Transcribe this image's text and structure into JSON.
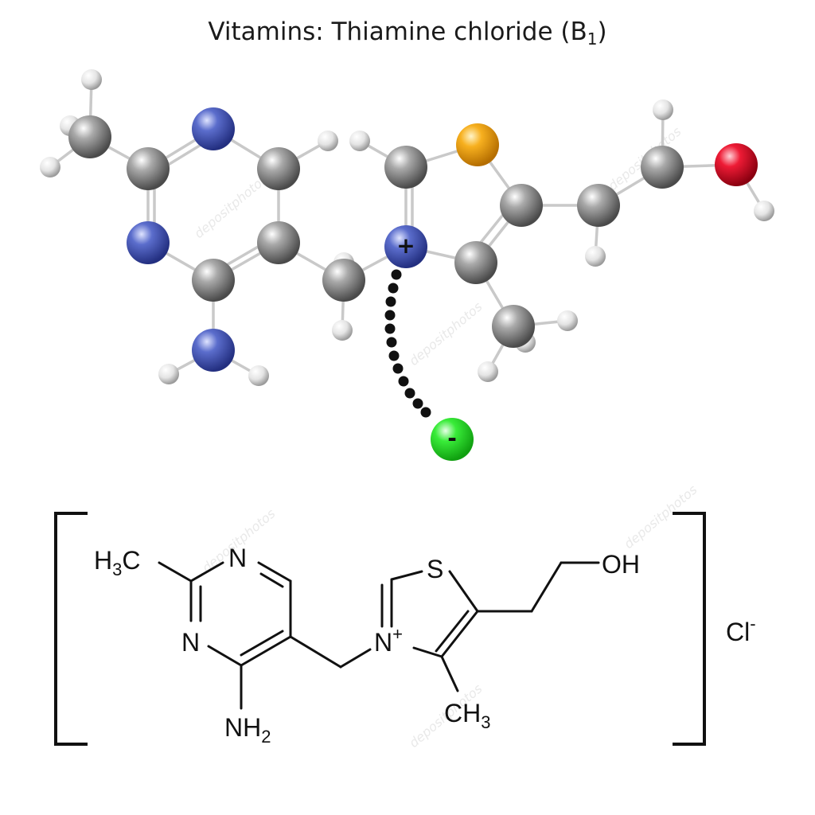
{
  "title": {
    "text": "Vitamins: Thiamine chloride (B",
    "subscript": "1",
    "close": ")"
  },
  "ball_model": {
    "charge_plus": "+",
    "charge_minus": "-",
    "colors": {
      "carbon": "#8c8c8c",
      "nitrogen": "#4a5bbd",
      "sulfur": "#f5a916",
      "oxygen": "#e0102a",
      "hydrogen": "#ececec",
      "chlorine": "#2ee82e",
      "bond": "#c9c9c9"
    }
  },
  "formula": {
    "h3c": {
      "main": "H",
      "sub": "3",
      "tail": "C"
    },
    "n_top": "N",
    "n_left": "N",
    "nh2": {
      "main": "NH",
      "sub": "2"
    },
    "n_plus": {
      "main": "N",
      "sup": "+"
    },
    "s": "S",
    "oh": "OH",
    "ch3": {
      "main": "CH",
      "sub": "3"
    },
    "counter_ion": {
      "main": "Cl",
      "sup": "-"
    }
  },
  "watermark": "depositphotos"
}
